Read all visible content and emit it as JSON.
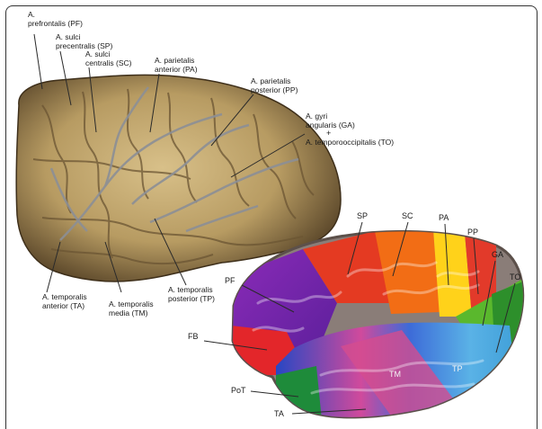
{
  "upper_figure": {
    "labels": {
      "pf": [
        "A.",
        "prefrontalis (PF)"
      ],
      "sp": [
        "A. sulci",
        "precentralis (SP)"
      ],
      "sc": [
        "A. sulci",
        "centralis (SC)"
      ],
      "pa": [
        "A. parietalis",
        "anterior (PA)"
      ],
      "pp": [
        "A. parietalis",
        "posterior (PP)"
      ],
      "ga": [
        "A. gyri",
        "angularis (GA)"
      ],
      "plus": "+",
      "to": "A. temporooccipitalis (TO)",
      "ta": [
        "A. temporalis",
        "anterior (TA)"
      ],
      "tm": [
        "A. temporalis",
        "media (TM)"
      ],
      "tp": [
        "A. temporalis",
        "posterior (TP)"
      ]
    }
  },
  "lower_figure": {
    "labels": {
      "sp": "SP",
      "sc": "SC",
      "pa": "PA",
      "pp": "PP",
      "ga": "GA",
      "to": "TO",
      "pf": "PF",
      "fb": "FB",
      "tm": "TM",
      "tp": "TP",
      "pot": "PoT",
      "ta": "TA"
    }
  }
}
